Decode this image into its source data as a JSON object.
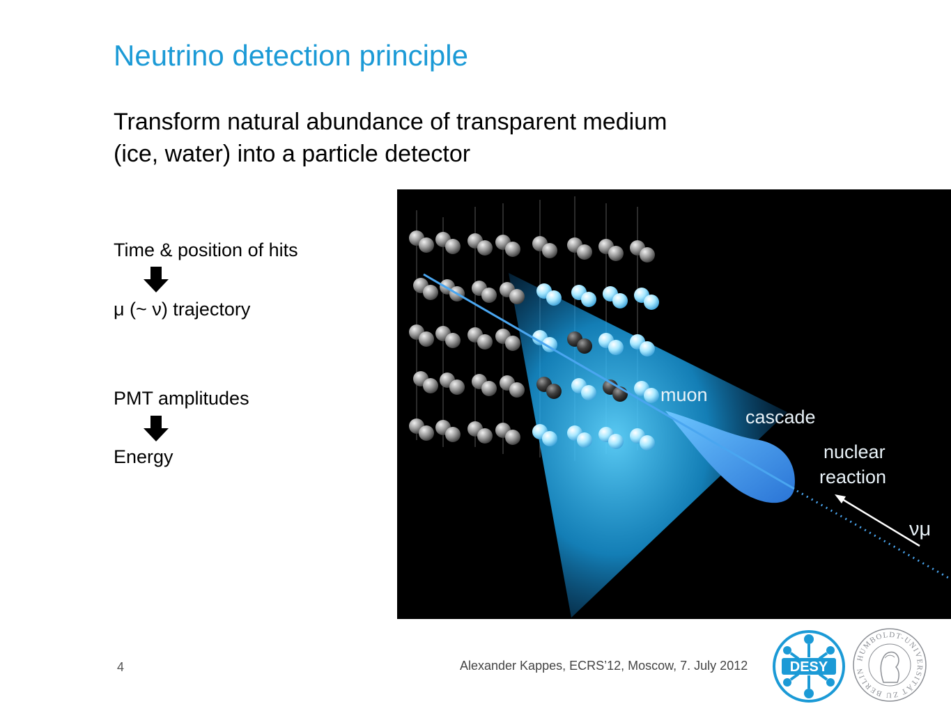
{
  "slide": {
    "title": "Neutrino detection principle",
    "subtitle_line1": "Transform natural abundance of transparent medium",
    "subtitle_line2": "(ice, water) into a particle detector",
    "step1_top": "Time & position of hits",
    "step1_bottom": "μ (~ ν) trajectory",
    "step2_top": "PMT amplitudes",
    "step2_bottom": "Energy",
    "arrow_icon": "down-arrow-icon"
  },
  "figure": {
    "label_muon": "muon",
    "label_cascade": "cascade",
    "label_nuclear_line1": "nuclear",
    "label_nuclear_line2": "reaction",
    "label_numu": "νμ",
    "colors": {
      "background": "#000000",
      "track": "#4aa6f0",
      "cone": "#18b4ff",
      "cascade": "#3a8de6"
    }
  },
  "footer": {
    "page_number": "4",
    "text": "Alexander Kappes, ECRS’12, Moscow, 7. July 2012",
    "logo_desy": "DESY",
    "logo_hu_ring": "HUMBOLDT-UNIVERSITÄT ZU BERLIN"
  },
  "colors": {
    "title": "#1b9ad6",
    "desy_blue": "#1b9ad6",
    "hu_gray": "#8a8d93"
  }
}
